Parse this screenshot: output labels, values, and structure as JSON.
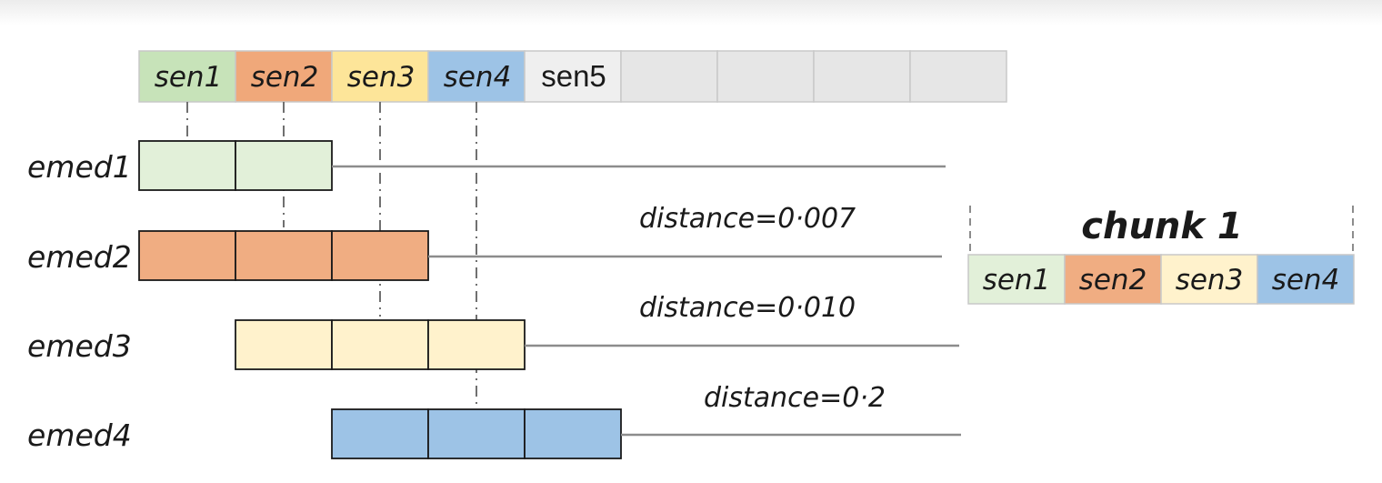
{
  "colors": {
    "sen1": "#c7e3b9",
    "sen2": "#f0a87a",
    "sen3": "#fde599",
    "sen4": "#9dc3e6",
    "empty": "#e6e6e6",
    "emed1_fill": "#e2f0d9",
    "emed2_fill": "#f0ad82",
    "emed3_fill": "#fff2cc",
    "emed4_fill": "#9dc3e6",
    "chunk_sen1": "#e2f0d9",
    "chunk_sen2": "#f0ad82",
    "chunk_sen3": "#fff2cc",
    "chunk_sen4": "#9dc3e6",
    "line": "#8c8c8c"
  },
  "sentences": [
    "sen1",
    "sen2",
    "sen3",
    "sen4",
    "sen5",
    "",
    "",
    "",
    ""
  ],
  "embeddings": [
    {
      "label": "emed1",
      "start": 0,
      "length": 2
    },
    {
      "label": "emed2",
      "start": 0,
      "length": 3
    },
    {
      "label": "emed3",
      "start": 1,
      "length": 3
    },
    {
      "label": "emed4",
      "start": 2,
      "length": 3
    }
  ],
  "distances": [
    "distance=0·007",
    "distance=0·010",
    "distance=0·2"
  ],
  "chunk": {
    "title": "chunk 1",
    "cells": [
      "sen1",
      "sen2",
      "sen3",
      "sen4"
    ]
  }
}
